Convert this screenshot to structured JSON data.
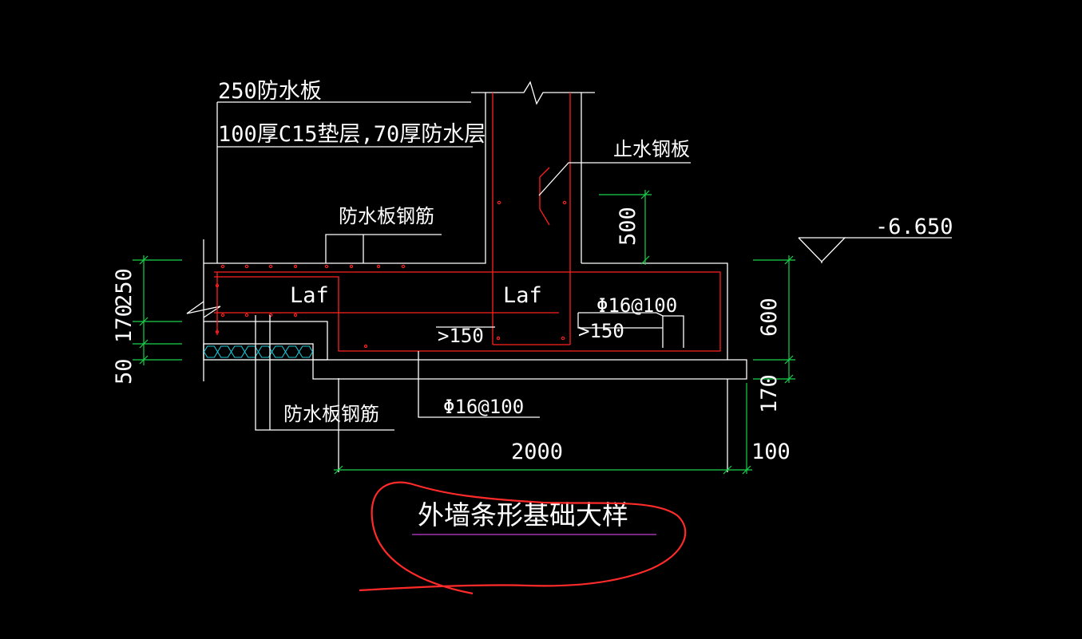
{
  "labels": {
    "waterproof_board": "250防水板",
    "cushion": "100厚C15垫层,70厚防水层",
    "water_stop": "止水钢板",
    "rebar_top": "防水板钢筋",
    "rebar_bottom": "防水板钢筋",
    "elevation": "-6.650",
    "laf_left": "Laf",
    "laf_right": "Laf",
    "bar_spacing_right": "Φ16@100",
    "bar_spacing_bottom": "Φ16@100",
    "min150_left": ">150",
    "min150_right": ">150",
    "title": "外墙条形基础大样"
  },
  "dimensions": {
    "left_250": "250",
    "left_170": "170",
    "left_50": "50",
    "right_600": "600",
    "right_170": "170",
    "right_100": "100",
    "wall_500": "500",
    "width_2000": "2000"
  },
  "colors": {
    "background": "#000000",
    "lines": "#ffffff",
    "rebar": "#ff2020",
    "dimension": "#19d24a",
    "hatch": "#19c8d8",
    "markup": "#ff2a2a",
    "underline": "#c040d0"
  }
}
